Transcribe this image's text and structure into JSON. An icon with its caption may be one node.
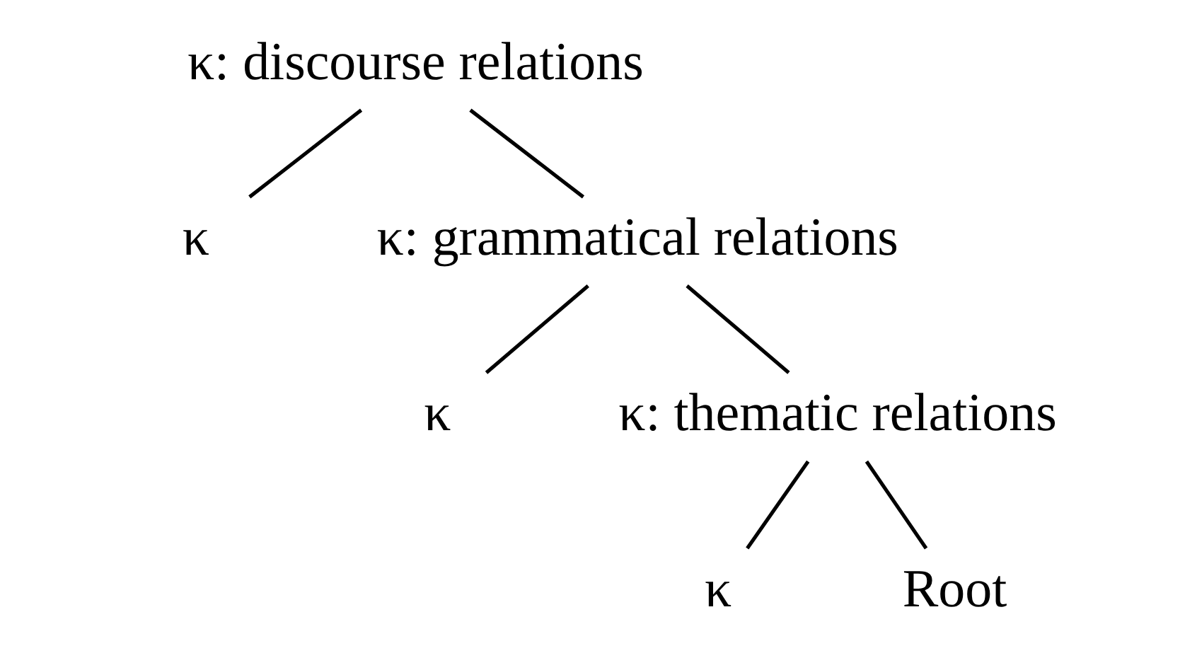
{
  "diagram": {
    "nodes": [
      {
        "text": [
          "κ: discourse relations"
        ]
      },
      {
        "text": [
          "κ"
        ]
      },
      {
        "text": [
          "κ: grammatical relations"
        ]
      },
      {
        "text": [
          "κ"
        ]
      },
      {
        "text": [
          "κ: thematic relations"
        ]
      },
      {
        "text": [
          "κ"
        ]
      },
      {
        "text": [
          "Root"
        ]
      }
    ],
    "edges": [
      {
        "from": 0,
        "to": 1,
        "arrow": "none"
      },
      {
        "from": 0,
        "to": 2,
        "arrow": "none"
      },
      {
        "from": 2,
        "to": 3,
        "arrow": "none"
      },
      {
        "from": 2,
        "to": 4,
        "arrow": "none"
      },
      {
        "from": 4,
        "to": 5,
        "arrow": "none"
      },
      {
        "from": 4,
        "to": 6,
        "arrow": "none"
      }
    ]
  }
}
